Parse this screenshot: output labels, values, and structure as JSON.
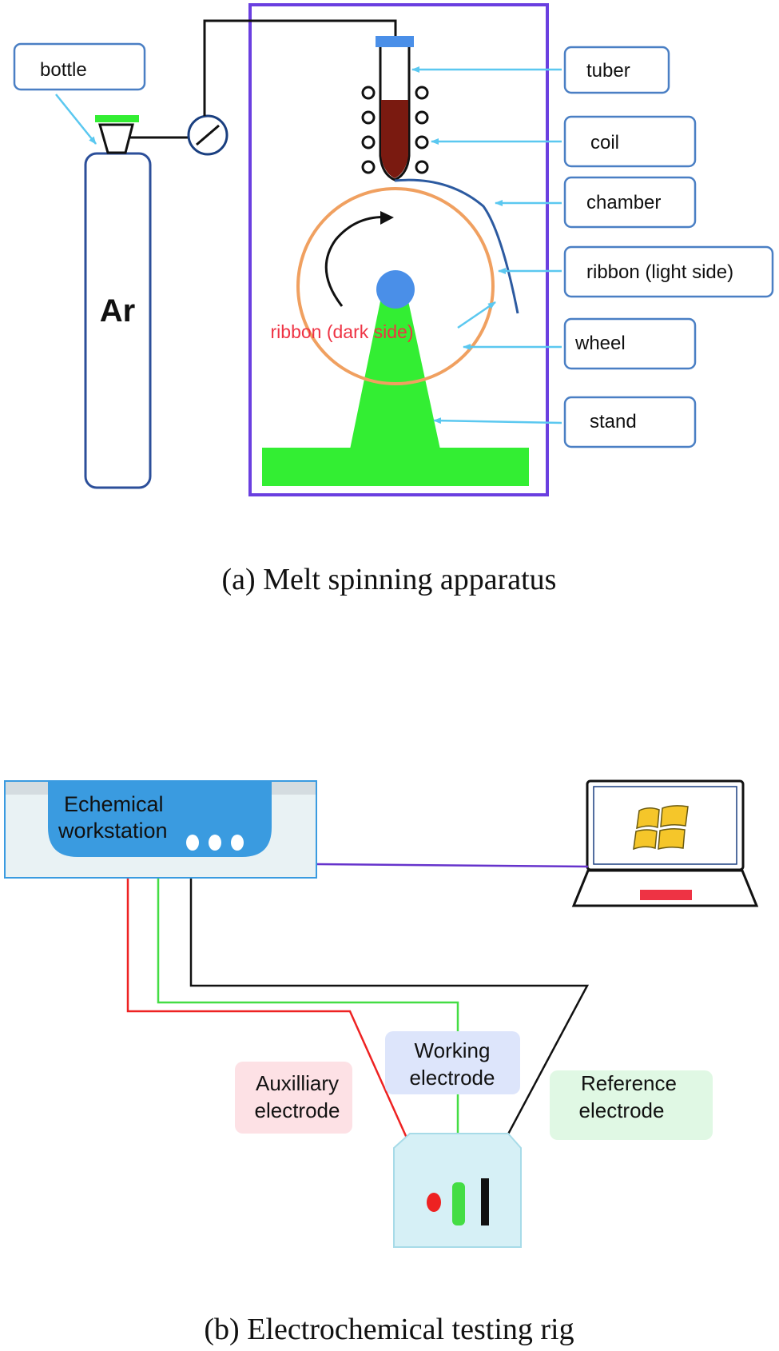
{
  "part_a": {
    "caption": "(a) Melt spinning apparatus",
    "cylinder_label": "Ar",
    "wheel_label": "ribbon (dark side)",
    "callouts": {
      "bottle": "bottle",
      "tuber": "tuber",
      "coil": "coil",
      "chamber": "chamber",
      "ribbon_light": "ribbon (light side)",
      "wheel": "wheel",
      "stand": "stand"
    }
  },
  "part_b": {
    "caption": "(b) Electrochemical testing rig",
    "workstation_line1": "Echemical",
    "workstation_line2": "workstation",
    "auxiliary_line1": "Auxilliary",
    "auxiliary_line2": "electrode",
    "working_line1": "Working",
    "working_line2": "electrode",
    "reference_line1": "Reference",
    "reference_line2": "electrode"
  },
  "colors": {
    "chamber_border": "#6a3fe0",
    "callout_border": "#4a7fc4",
    "arrow": "#5bc8f0",
    "stand_green": "#33ee33",
    "wheel_orange": "#f0a060",
    "hub_blue": "#4a8fe8",
    "melt": "#7a1a10",
    "workstation_blue": "#3a9be0",
    "wire_red": "#ee2222",
    "wire_green": "#44dd44",
    "wire_black": "#111111",
    "wire_purple": "#6633cc"
  }
}
